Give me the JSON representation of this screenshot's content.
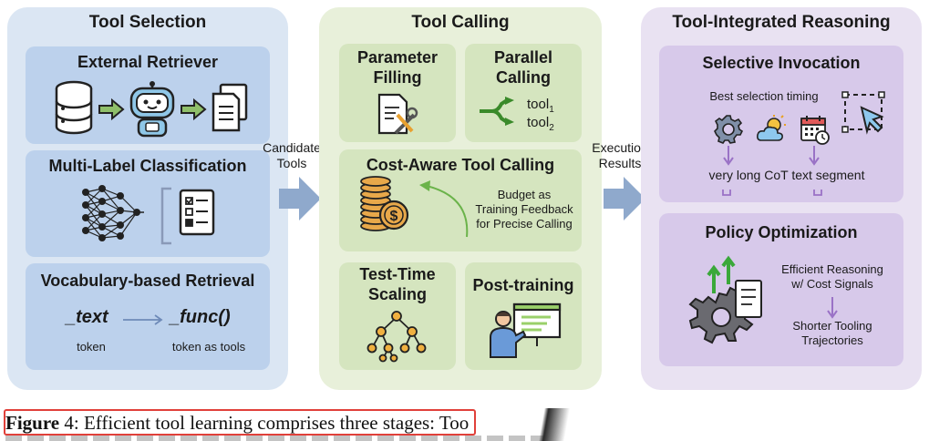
{
  "stage1": {
    "title": "Tool Selection",
    "retriever": {
      "title": "External Retriever"
    },
    "multilabel": {
      "title": "Multi-Label Classification"
    },
    "vocab": {
      "title": "Vocabulary-based Retrieval",
      "left_term": "_text",
      "right_term": "_func()",
      "left_caption": "token",
      "right_caption": "token as tools"
    }
  },
  "arrow1": {
    "label_line1": "Candidate",
    "label_line2": "Tools"
  },
  "stage2": {
    "title": "Tool Calling",
    "param": {
      "title_line1": "Parameter",
      "title_line2": "Filling"
    },
    "parallel": {
      "title_line1": "Parallel",
      "title_line2": "Calling",
      "tool1": "tool",
      "tool1_sub": "1",
      "tool2": "tool",
      "tool2_sub": "2"
    },
    "cost": {
      "title": "Cost-Aware Tool Calling",
      "desc_line1": "Budget as",
      "desc_line2": "Training Feedback",
      "desc_line3": "for Precise Calling"
    },
    "tts": {
      "title_line1": "Test-Time",
      "title_line2": "Scaling"
    },
    "post": {
      "title": "Post-training"
    }
  },
  "arrow2": {
    "label_line1": "Execution",
    "label_line2": "Results"
  },
  "stage3": {
    "title": "Tool-Integrated Reasoning",
    "selective": {
      "title": "Selective Invocation",
      "timing": "Best selection timing",
      "segment": "very long CoT text segment"
    },
    "policy": {
      "title": "Policy Optimization",
      "line1": "Efficient Reasoning",
      "line2": "w/ Cost Signals",
      "line3": "Shorter Tooling",
      "line4": "Trajectories"
    }
  },
  "caption": {
    "figure_label": "Figure",
    "figure_number": "4",
    "text": ": Efficient tool learning comprises three stages: Too"
  },
  "colors": {
    "blue_panel": "#dbe6f3",
    "green_panel": "#e8f0da",
    "purple_panel": "#e9e2f2",
    "arrow": "#8fa9cc",
    "highlight_box": "#e0403a"
  }
}
